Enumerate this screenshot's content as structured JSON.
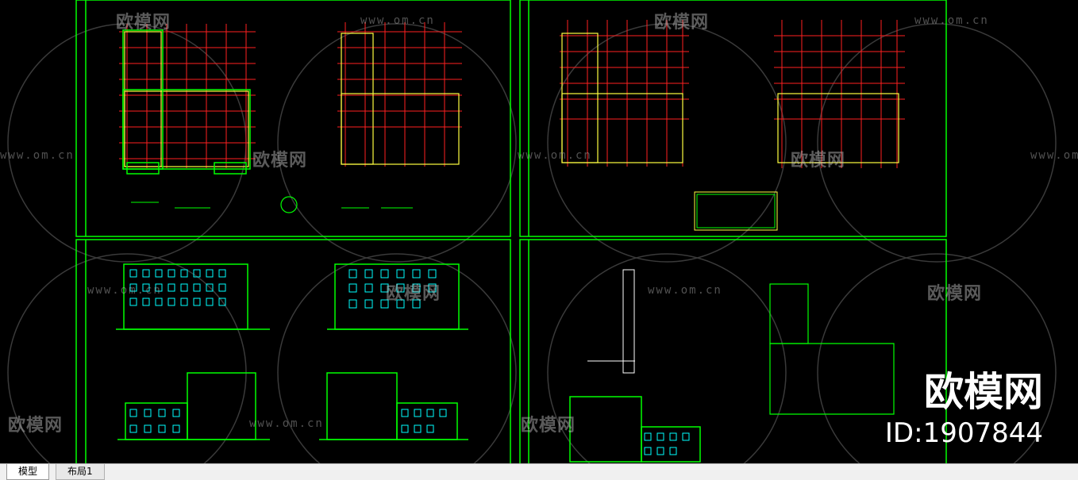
{
  "tabs": [
    {
      "label": "模型",
      "active": true
    },
    {
      "label": "布局1",
      "active": false
    }
  ],
  "watermark": {
    "brand": "欧模网",
    "url": "www.om.cn",
    "id_text": "ID:1907844"
  },
  "colors": {
    "background": "#000000",
    "frame": "#00ff00",
    "grid": "#ff2020",
    "wall": "#ffff40",
    "window": "#00ffff"
  }
}
